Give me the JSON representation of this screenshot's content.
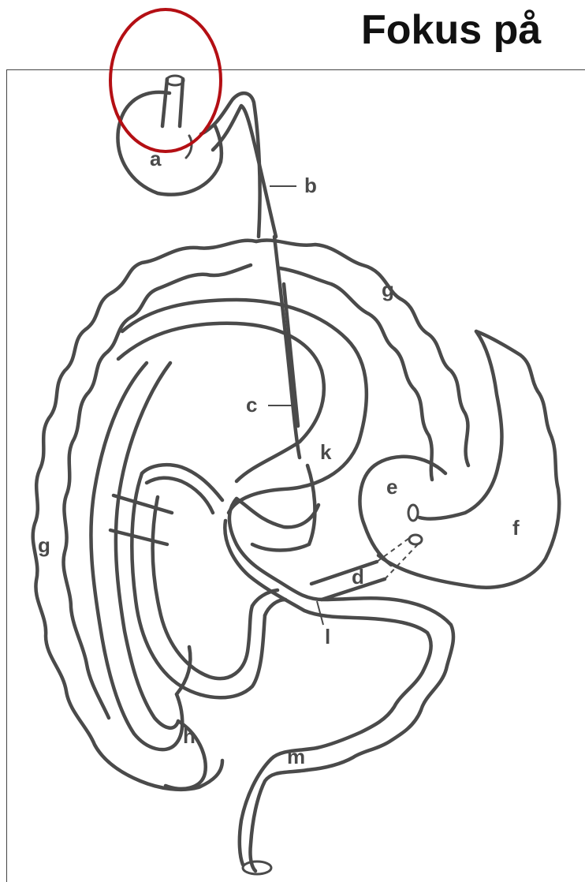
{
  "title": "Fokus på",
  "labels": {
    "a": "a",
    "b": "b",
    "c": "c",
    "d": "d",
    "e": "e",
    "f": "f",
    "g_top": "g",
    "g_left": "g",
    "h": "h",
    "k": "k",
    "l": "l",
    "m": "m"
  },
  "colors": {
    "outline": "#4a4a4a",
    "highlight_circle": "#b40f14",
    "title": "#111111"
  }
}
